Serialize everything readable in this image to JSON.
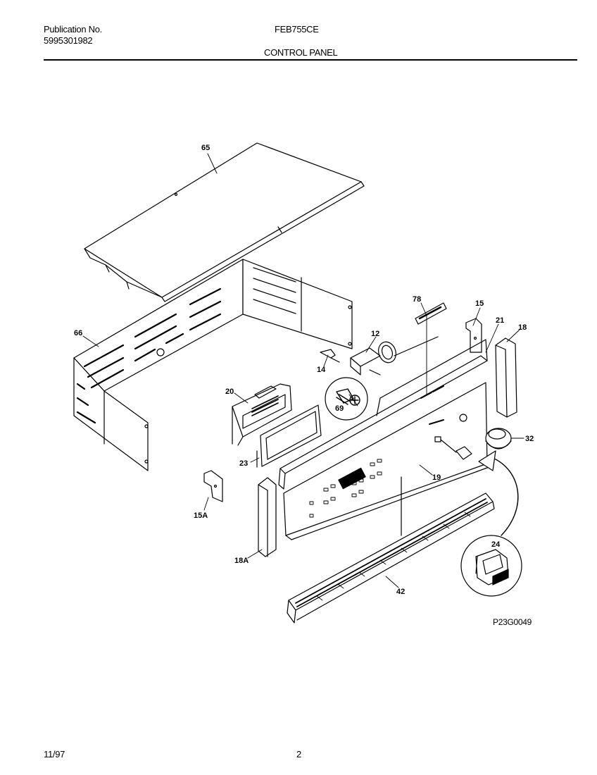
{
  "header": {
    "publication_label": "Publication No.",
    "publication_number": "5995301982",
    "model": "FEB755CE",
    "section_title": "CONTROL PANEL"
  },
  "callouts": {
    "c65": "65",
    "c66": "66",
    "c78": "78",
    "c15": "15",
    "c21": "21",
    "c18": "18",
    "c12": "12",
    "c14": "14",
    "c20": "20",
    "c69": "69",
    "c32": "32",
    "c23": "23",
    "c19": "19",
    "c15a": "15A",
    "c24": "24",
    "c18a": "18A",
    "c42": "42"
  },
  "figure_code": "P23G0049",
  "footer": {
    "date": "11/97",
    "page": "2"
  }
}
